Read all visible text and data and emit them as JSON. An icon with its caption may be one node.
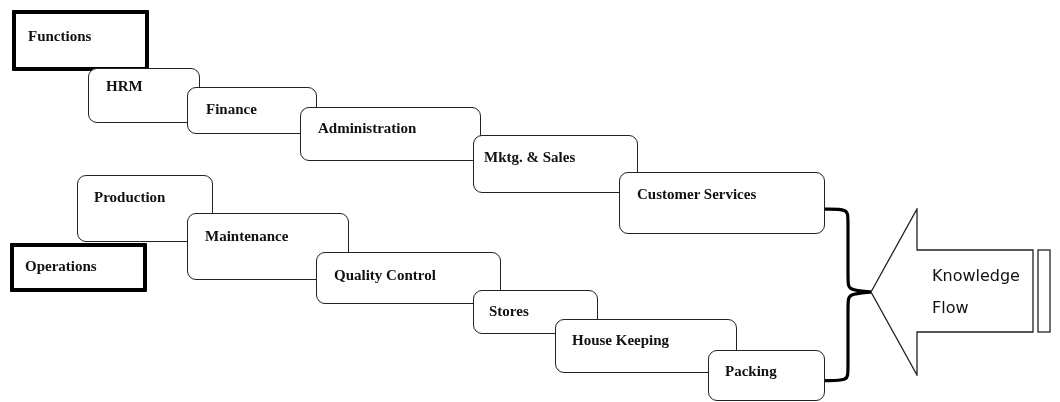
{
  "diagram": {
    "nodes": [
      {
        "text": [
          "Functions"
        ]
      },
      {
        "text": [
          "HRM"
        ]
      },
      {
        "text": [
          "Finance"
        ]
      },
      {
        "text": [
          "Administration"
        ]
      },
      {
        "text": [
          "Mktg. & Sales"
        ]
      },
      {
        "text": [
          "Customer Services"
        ]
      },
      {
        "text": [
          "Production"
        ]
      },
      {
        "text": [
          "Maintenance"
        ]
      },
      {
        "text": [
          "Operations"
        ]
      },
      {
        "text": [
          "Quality Control"
        ]
      },
      {
        "text": [
          "Stores"
        ]
      },
      {
        "text": [
          "House Keeping"
        ]
      },
      {
        "text": [
          "Packing"
        ]
      },
      {
        "text": [
          "Knowledge Flow"
        ]
      }
    ],
    "edges": [
      {
        "from": 5,
        "to": 13,
        "arrow": "none"
      },
      {
        "from": 12,
        "to": 13,
        "arrow": "none"
      }
    ]
  }
}
